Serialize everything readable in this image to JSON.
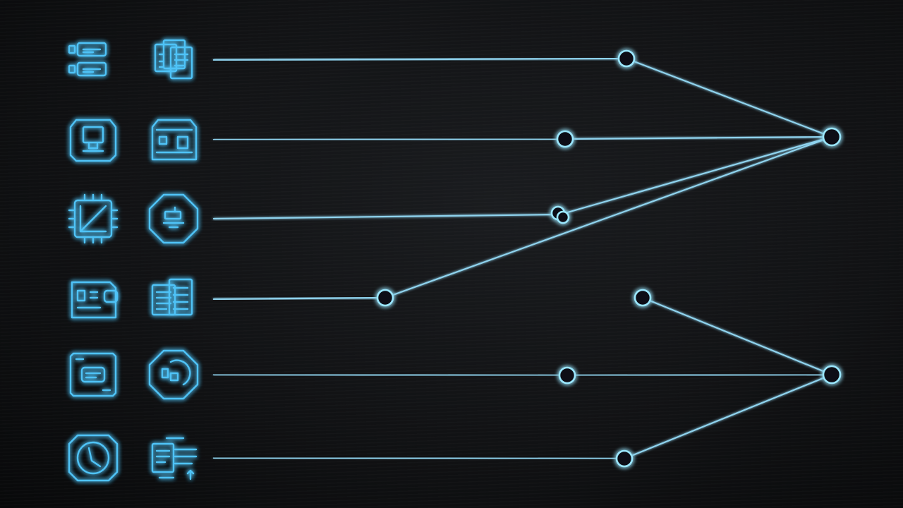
{
  "colors": {
    "accent": "#4fc3f7",
    "accent_bright": "#9be7ff",
    "line": "#8fd3ee",
    "background": "#0f1012"
  },
  "rows": [
    {
      "id": "r1",
      "left_icon": "app-windows-icon",
      "right_icon": "document-stack-icon"
    },
    {
      "id": "r2",
      "left_icon": "computer-monitor-icon",
      "right_icon": "machine-box-icon"
    },
    {
      "id": "r3",
      "left_icon": "cpu-chip-icon",
      "right_icon": "settings-octagon-icon"
    },
    {
      "id": "r4",
      "left_icon": "chat-window-icon",
      "right_icon": "files-icon"
    },
    {
      "id": "r5",
      "left_icon": "server-chip-icon",
      "right_icon": "headset-octagon-icon"
    },
    {
      "id": "r6",
      "left_icon": "clock-gauge-icon",
      "right_icon": "data-transfer-icon"
    }
  ],
  "nodes": [
    {
      "id": "n1",
      "kind": "junction"
    },
    {
      "id": "n2",
      "kind": "junction"
    },
    {
      "id": "n3",
      "kind": "overlap"
    },
    {
      "id": "n4",
      "kind": "junction"
    },
    {
      "id": "n5",
      "kind": "junction"
    },
    {
      "id": "n6",
      "kind": "junction"
    },
    {
      "id": "n7",
      "kind": "junction"
    },
    {
      "id": "hub1",
      "kind": "hub"
    },
    {
      "id": "hub2",
      "kind": "hub"
    }
  ],
  "edges": [
    {
      "from": "r1",
      "to": "n1"
    },
    {
      "from": "n1",
      "to": "hub1"
    },
    {
      "from": "r2",
      "to": "n2"
    },
    {
      "from": "n2",
      "to": "hub1"
    },
    {
      "from": "r3",
      "to": "n3"
    },
    {
      "from": "n3",
      "to": "hub1"
    },
    {
      "from": "r4",
      "to": "n4"
    },
    {
      "from": "n4",
      "to": "hub1"
    },
    {
      "from": "n4",
      "to": "n5"
    },
    {
      "from": "n5",
      "to": "hub2"
    },
    {
      "from": "r5",
      "to": "n6"
    },
    {
      "from": "n6",
      "to": "hub2"
    },
    {
      "from": "r6",
      "to": "n7"
    },
    {
      "from": "n7",
      "to": "hub2"
    }
  ]
}
